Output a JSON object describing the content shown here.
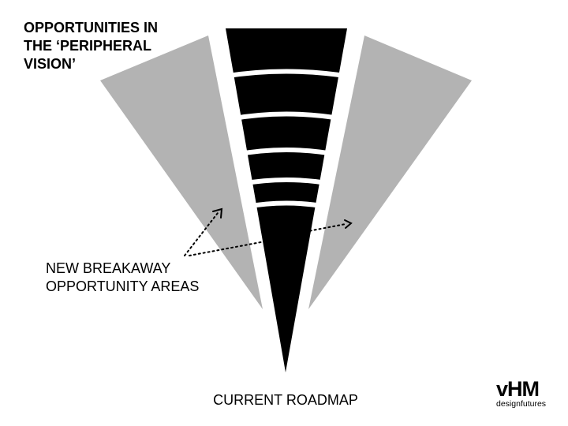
{
  "title": {
    "lines": [
      "OPPORTUNITIES IN",
      "THE ‘PERIPHERAL",
      "VISION’"
    ]
  },
  "callout": {
    "lines": [
      "NEW BREAKAWAY",
      "OPPORTUNITY AREAS"
    ]
  },
  "roadmap_label": "CURRENT ROADMAP",
  "logo": {
    "mark": "vHM",
    "sub": "designfutures"
  },
  "colors": {
    "cone": "#000000",
    "periphery": "#b3b3b3",
    "background": "#ffffff"
  }
}
